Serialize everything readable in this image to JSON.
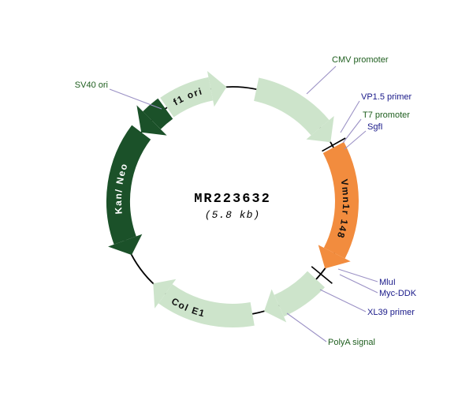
{
  "plasmid": {
    "name": "MR223632",
    "size": "(5.8 kb)",
    "arc_labels": {
      "f1_ori": "f1 ori",
      "kan_neo": "Kan/ Neo",
      "insert": "Vmn1r 148",
      "col_e1": "Col E1"
    },
    "callouts": {
      "sv40_ori": "SV40 ori",
      "cmv_promoter": "CMV promoter",
      "vp15_primer": "VP1.5 primer",
      "t7_promoter": "T7 promoter",
      "sgfi": "SgfI",
      "mlui": "MluI",
      "myc_ddk": "Myc-DDK",
      "xl39_primer": "XL39 primer",
      "polya_signal": "PolyA signal"
    },
    "colors": {
      "light_green": "#cde4cb",
      "dark_green": "#1b5129",
      "orange": "#f28c3e",
      "backbone": "#000000",
      "leader": "#9b91c5",
      "label_green": "#1e5e1e",
      "label_navy": "#191989",
      "arc_text_dark": "#101010",
      "arc_text_light": "#ffffff",
      "title_color": "#000000"
    }
  }
}
